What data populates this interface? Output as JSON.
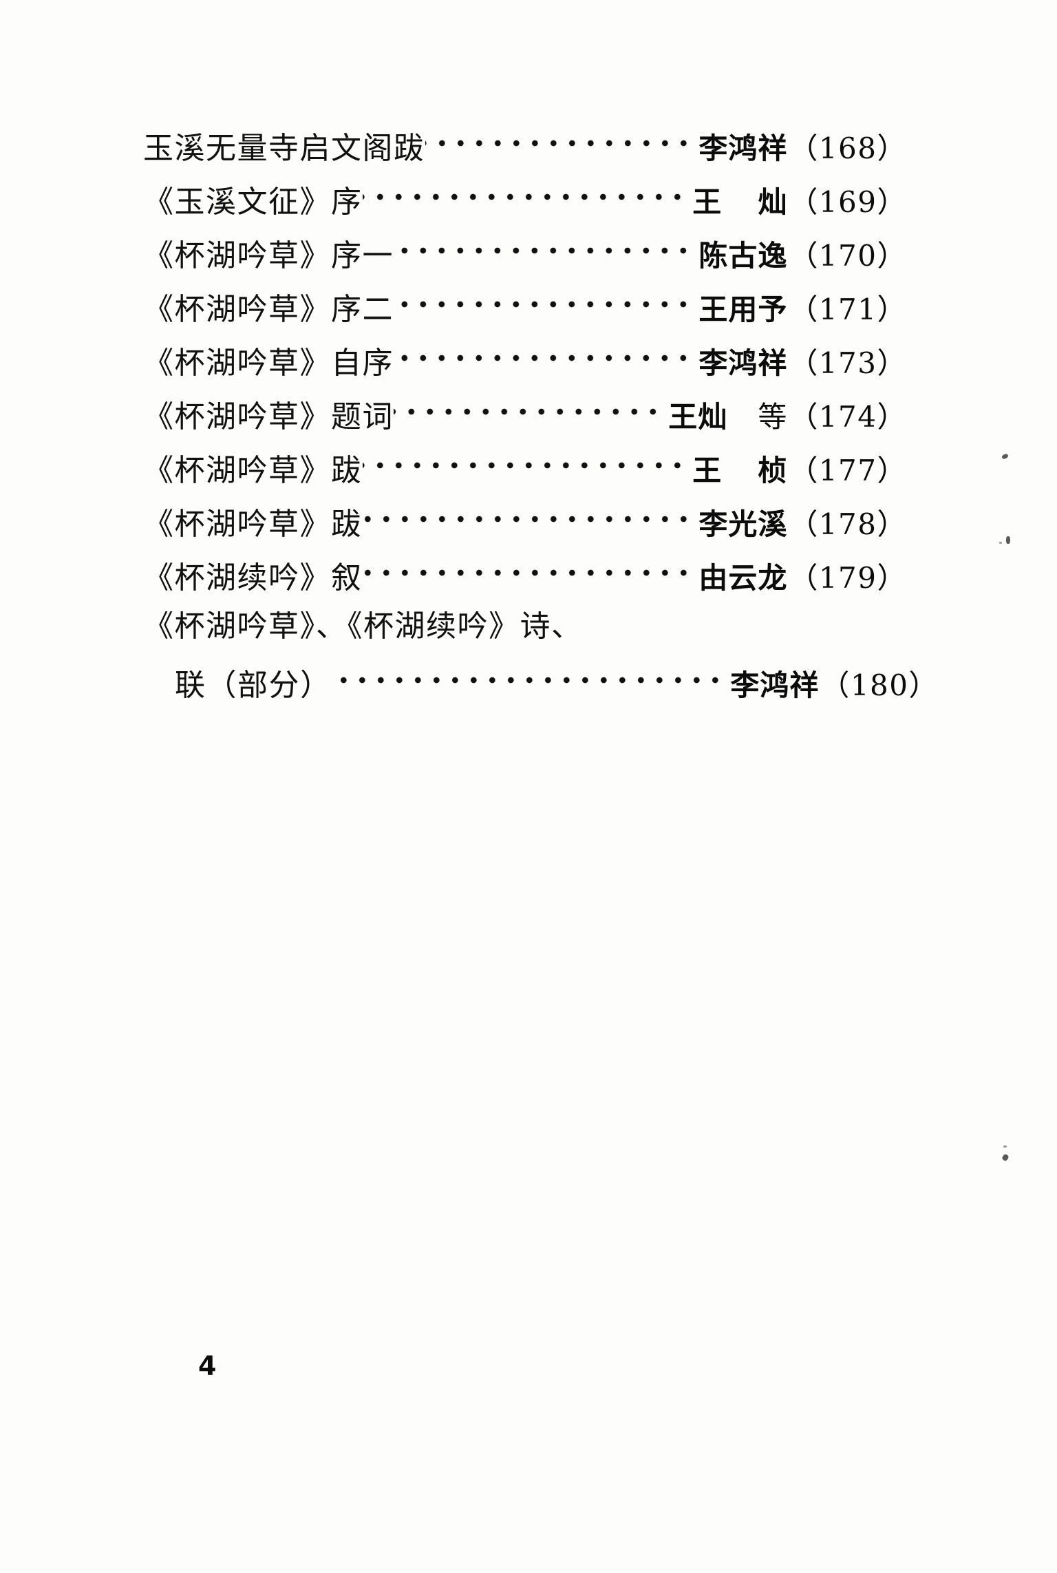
{
  "page": {
    "folio": "4",
    "ink_color": "#111111",
    "paper_color": "#fdfdfc"
  },
  "toc": {
    "entries": [
      {
        "title": "玉溪无量寺启文阁跋",
        "author": "李鸿祥",
        "author_style": "solid",
        "suffix": "",
        "page": "（168）"
      },
      {
        "title": "《玉溪文征》序",
        "author_first": "王",
        "author_second": "灿",
        "author_style": "spread",
        "suffix": "",
        "page": "（169）"
      },
      {
        "title": "《杯湖吟草》序一",
        "author": "陈古逸",
        "author_style": "solid",
        "suffix": "",
        "page": "（170）"
      },
      {
        "title": "《杯湖吟草》序二",
        "author": "王用予",
        "author_style": "solid",
        "suffix": "",
        "page": "（171）"
      },
      {
        "title": "《杯湖吟草》自序",
        "author": "李鸿祥",
        "author_style": "solid",
        "suffix": "",
        "page": "（173）"
      },
      {
        "title": "《杯湖吟草》题词",
        "author": "王灿",
        "author_style": "solid",
        "suffix": "等",
        "page": "（174）"
      },
      {
        "title": "《杯湖吟草》跋",
        "author_first": "王",
        "author_second": "桢",
        "author_style": "spread",
        "suffix": "",
        "page": "（177）"
      },
      {
        "title": "《杯湖吟草》跋",
        "author": "李光溪",
        "author_style": "solid",
        "suffix": "",
        "page": "（178）"
      },
      {
        "title": "《杯湖续吟》叙",
        "author": "由云龙",
        "author_style": "solid",
        "suffix": "",
        "page": "（179）"
      }
    ],
    "wrapped_entry": {
      "title_line1": "《杯湖吟草》、《杯湖续吟》诗、",
      "title_line2": "联（部分）",
      "author": "李鸿祥",
      "suffix": "",
      "page": "（180）"
    }
  }
}
